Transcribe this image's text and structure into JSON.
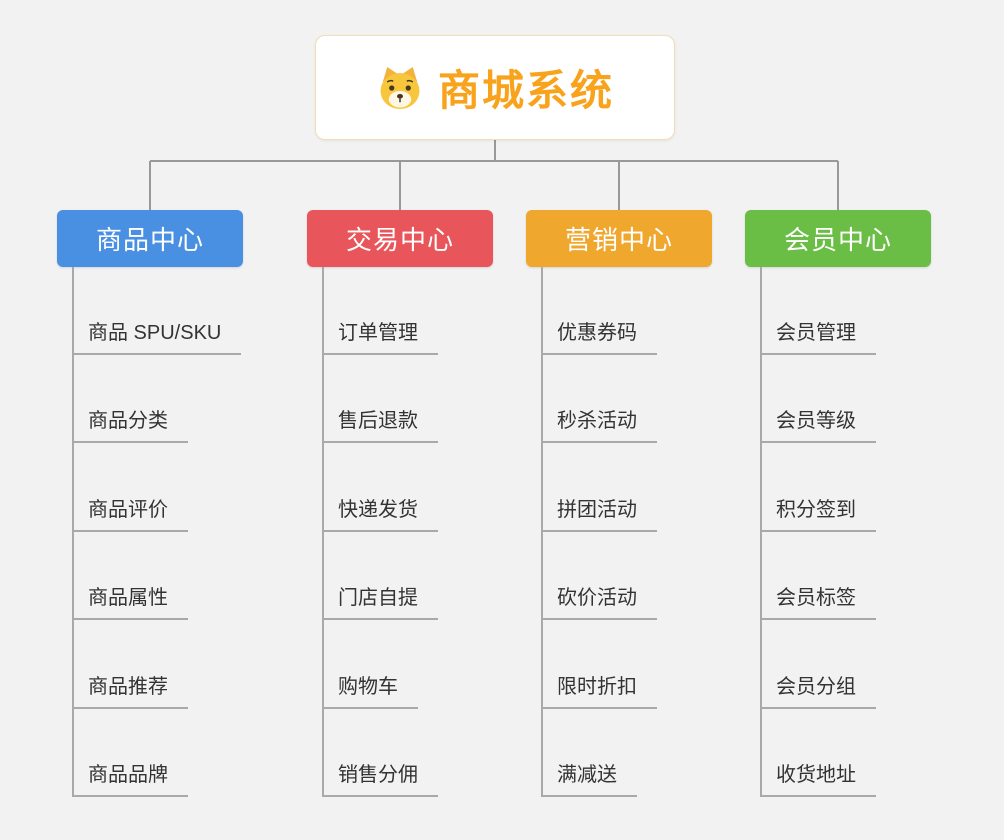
{
  "root": {
    "label": "商城系统",
    "text_color": "#f9a21b",
    "border_color": "#f3ddb3",
    "icon": "dog-icon"
  },
  "branches": [
    {
      "label": "商品中心",
      "color": "#4a90e2",
      "children": [
        "商品 SPU/SKU",
        "商品分类",
        "商品评价",
        "商品属性",
        "商品推荐",
        "商品品牌"
      ]
    },
    {
      "label": "交易中心",
      "color": "#e8555a",
      "children": [
        "订单管理",
        "售后退款",
        "快递发货",
        "门店自提",
        "购物车",
        "销售分佣"
      ]
    },
    {
      "label": "营销中心",
      "color": "#efa72e",
      "children": [
        "优惠券码",
        "秒杀活动",
        "拼团活动",
        "砍价活动",
        "限时折扣",
        "满减送"
      ]
    },
    {
      "label": "会员中心",
      "color": "#6abd45",
      "children": [
        "会员管理",
        "会员等级",
        "积分签到",
        "会员标签",
        "会员分组",
        "收货地址"
      ]
    }
  ],
  "colors": {
    "background": "#f2f2f2",
    "connector_line": "#999999",
    "child_text": "#333333",
    "underline": "#a9a9a9"
  }
}
